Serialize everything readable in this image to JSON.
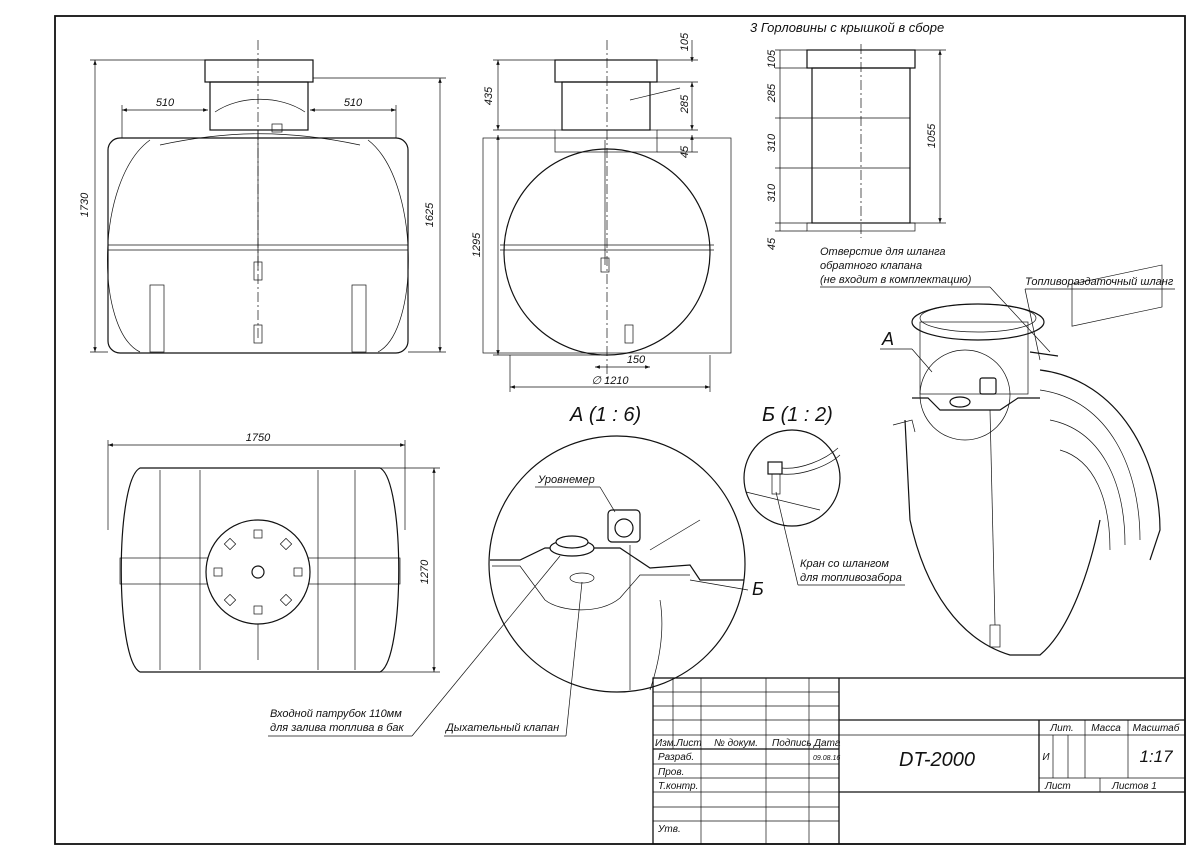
{
  "headers": {
    "necks_caption": "3 Горловины с крышкой в сборе",
    "detail_a_title": "А (1 : 6)",
    "detail_b_title": "Б (1 : 2)"
  },
  "dimensions": {
    "front_height_total": "1730",
    "front_height_body": "1625",
    "front_offset_left": "510",
    "front_offset_right": "510",
    "side_neck_105": "105",
    "side_neck_435": "435",
    "side_neck_285": "285",
    "side_neck_45": "45",
    "side_body_1295": "1295",
    "side_outlet_150": "150",
    "side_diameter": "∅ 1210",
    "necks_105": "105",
    "necks_285": "285",
    "necks_310a": "310",
    "necks_310b": "310",
    "necks_45": "45",
    "necks_total": "1055",
    "plan_length": "1750",
    "plan_width": "1270"
  },
  "callouts": {
    "return_valve_hole_l1": "Отверстие для шланга",
    "return_valve_hole_l2": "обратного клапана",
    "return_valve_hole_l3": "(не входит в комплектацию)",
    "fuel_hose": "Топливораздаточный шланг",
    "view_a_marker": "А",
    "level_gauge": "Уровнемер",
    "view_b_marker": "Б",
    "valve_hose_l1": "Кран со шлангом",
    "valve_hose_l2": "для топливозабора",
    "inlet_pipe_l1": "Входной патрубок 110мм",
    "inlet_pipe_l2": "для залива топлива в бак",
    "breather_valve": "Дыхательный клапан"
  },
  "title_block": {
    "col_izm": "Изм.",
    "col_list": "Лист",
    "col_doc": "№ докум.",
    "col_sign": "Подпись",
    "col_date": "Дата",
    "row_razrab": "Разраб.",
    "row_date_value": "09.08.16",
    "row_prov": "Пров.",
    "row_tkontr": "Т.контр.",
    "row_utv": "Утв.",
    "designation": "DT-2000",
    "lit_label": "Лит.",
    "mass_label": "Масса",
    "scale_label": "Масштаб",
    "lit_value": "И",
    "scale_value": "1:17",
    "sheet_label": "Лист",
    "sheets_label": "Листов 1"
  }
}
